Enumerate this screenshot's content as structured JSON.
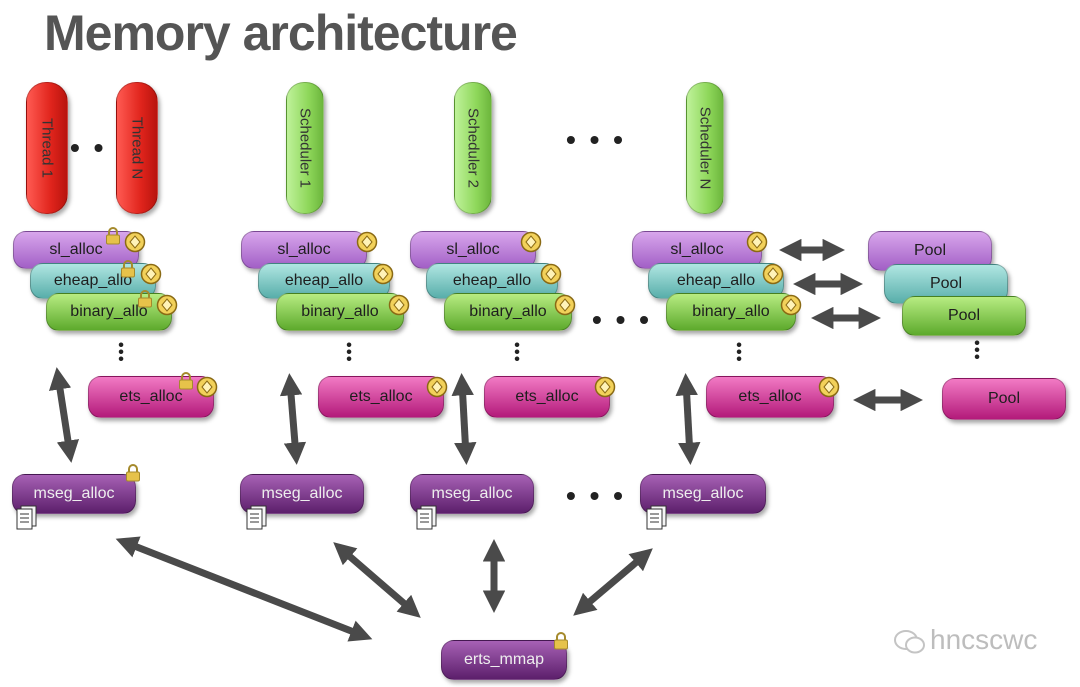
{
  "title": "Memory architecture",
  "threads": [
    {
      "label": "Thread 1"
    },
    {
      "label": "Thread N"
    }
  ],
  "schedulers": [
    {
      "label": "Scheduler 1"
    },
    {
      "label": "Scheduler 2"
    },
    {
      "label": "Scheduler N"
    }
  ],
  "ellipsis": "• • •",
  "allocators": {
    "sl": "sl_alloc",
    "eheap": "eheap_allo",
    "eheap_full": "eheap_allo",
    "binary": "binary_allo",
    "ets": "ets_alloc",
    "mseg": "mseg_alloc",
    "mmap": "erts_mmap"
  },
  "pool_label": "Pool",
  "watermark": "hncscwc",
  "colors": {
    "title": "#555555",
    "thread": "#e0241c",
    "scheduler": "#8ed75a",
    "sl_alloc": "#b37ed6",
    "eheap_alloc": "#7ccbc7",
    "binary_alloc": "#82c64c",
    "ets_alloc": "#d63c98",
    "mseg_alloc": "#7e3a8c",
    "arrow": "#4a4a4a"
  },
  "icons": [
    "lock-icon",
    "gear-badge-icon",
    "page-stack-icon",
    "double-arrow-icon",
    "wechat-icon"
  ]
}
